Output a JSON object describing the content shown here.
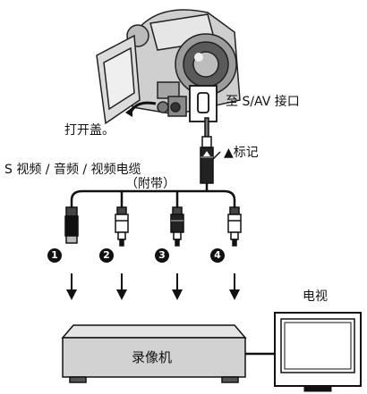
{
  "labels": {
    "sav_port": "至 S/AV 接口",
    "open_cover": "打开盖。",
    "mark": "▲标记",
    "cable_line1": "S 视频 / 音频 / 视频电缆",
    "cable_line2": "（附带）",
    "tv": "电视",
    "vcr": "录像机"
  },
  "plugs": [
    {
      "number": "1",
      "type": "s-video"
    },
    {
      "number": "2",
      "type": "rca"
    },
    {
      "number": "3",
      "type": "rca"
    },
    {
      "number": "4",
      "type": "rca"
    }
  ],
  "colors": {
    "ink": "#111111",
    "vcr_fill": "#d8d8d8",
    "camera_fill": "#c8c8c8"
  }
}
